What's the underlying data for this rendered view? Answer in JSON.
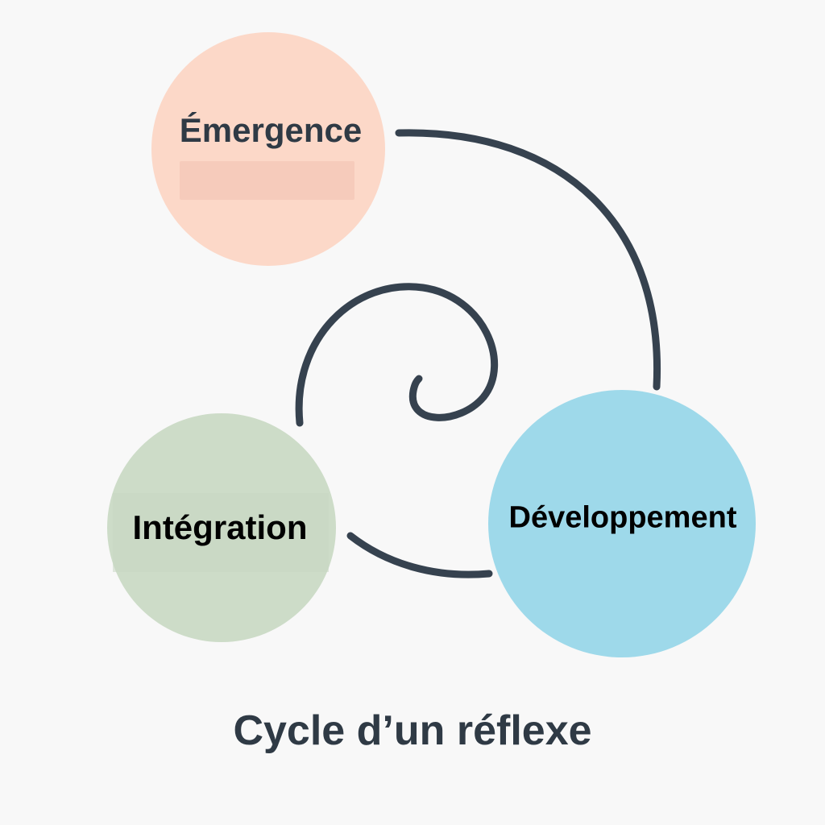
{
  "diagram": {
    "title": "Cycle d’un réflexe",
    "nodes": [
      {
        "id": "emergence",
        "label": "Émergence",
        "color": "#fcd8c8"
      },
      {
        "id": "developpement",
        "label": "Développement",
        "color": "#9ed9ea"
      },
      {
        "id": "integration",
        "label": "Intégration",
        "color": "#cddcc8"
      }
    ],
    "connector_color": "#36424f",
    "text_color": "#2f3a45"
  }
}
